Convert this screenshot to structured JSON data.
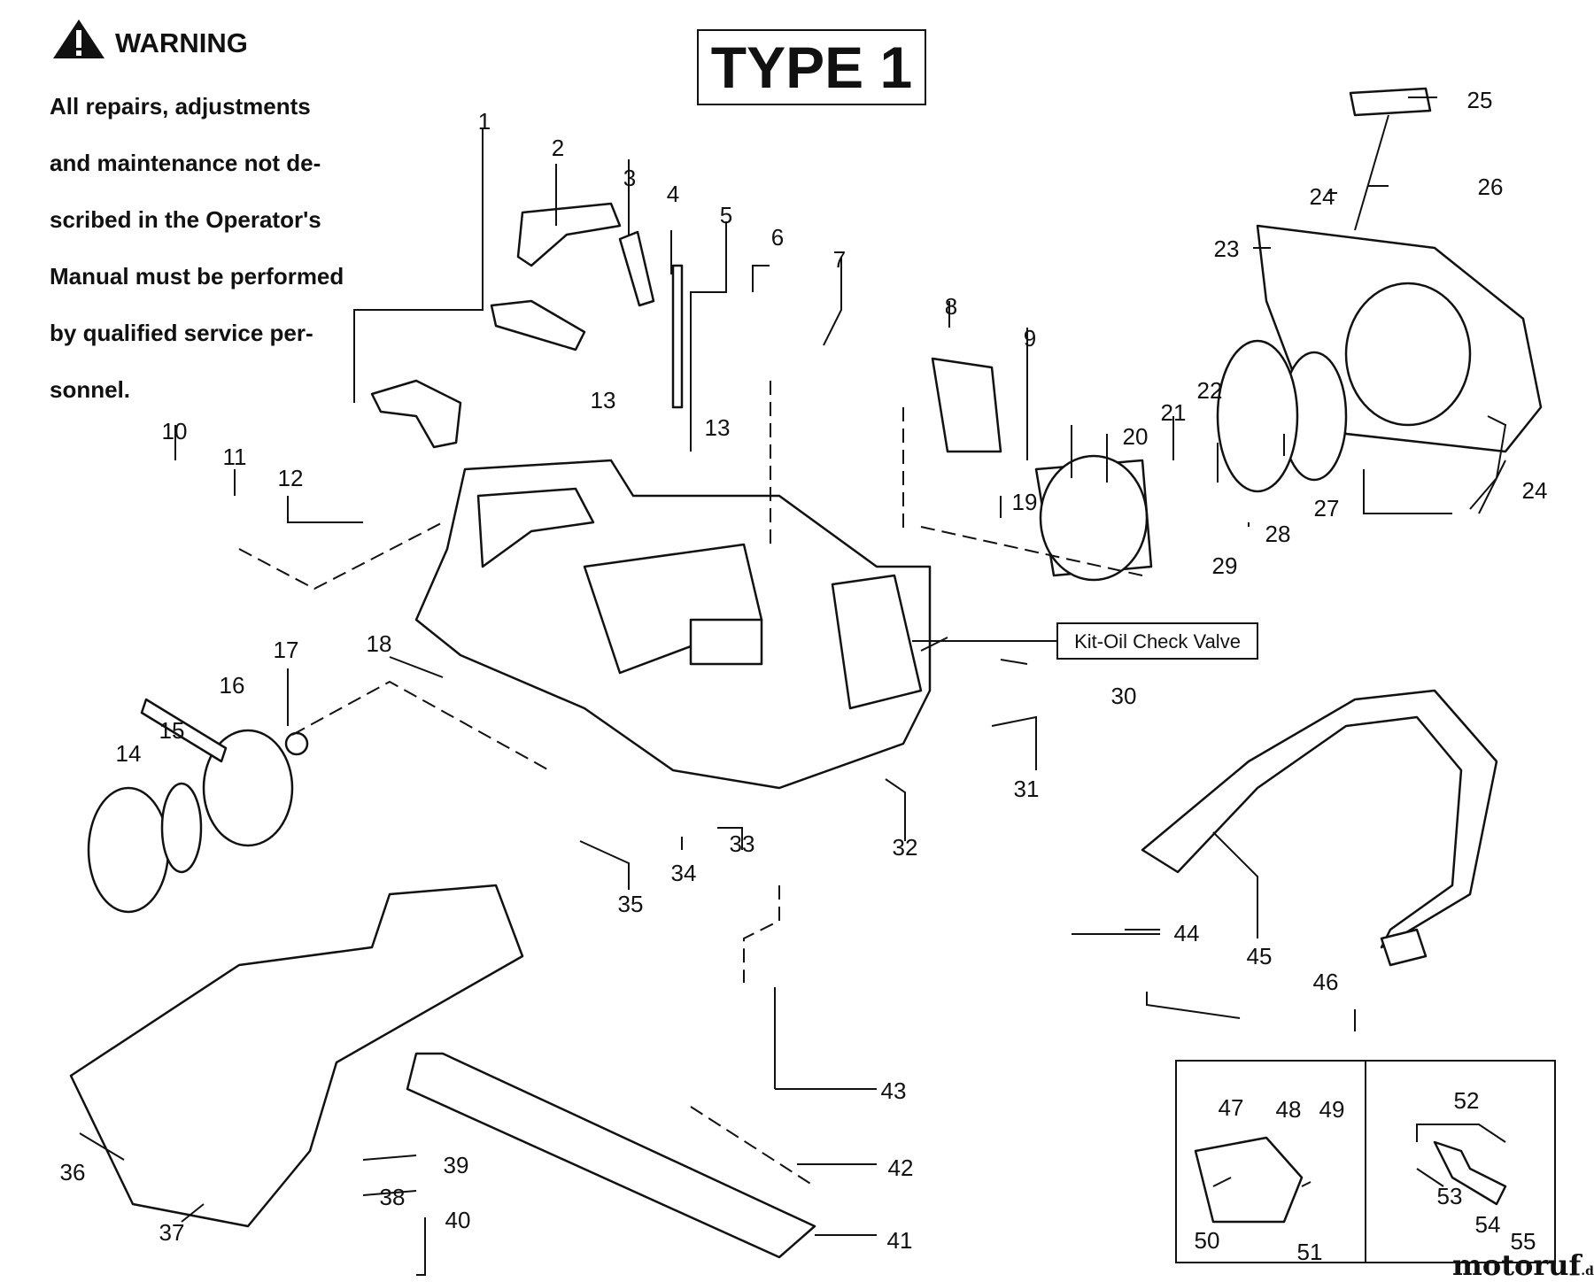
{
  "warning": {
    "title": "WARNING",
    "body": "All repairs, adjustments and maintenance not described in the Operator's Manual must be performed by qualified service personnel.",
    "body_lines": [
      "All  repairs,  adjustments",
      "and maintenance not de-",
      "scribed in the Operator's",
      "Manual must be performed",
      "by qualified  service per-",
      "sonnel."
    ]
  },
  "type_label": "TYPE 1",
  "kit_label": "Kit-Oil Check Valve",
  "watermark": {
    "main": "motoruf",
    "suffix": ".de"
  },
  "callouts": [
    "1",
    "2",
    "3",
    "4",
    "5",
    "6",
    "7",
    "8",
    "9",
    "10",
    "11",
    "12",
    "13",
    "13",
    "14",
    "15",
    "16",
    "17",
    "18",
    "19",
    "20",
    "21",
    "22",
    "23",
    "24",
    "24",
    "25",
    "26",
    "27",
    "28",
    "29",
    "30",
    "31",
    "32",
    "33",
    "34",
    "35",
    "36",
    "37",
    "38",
    "39",
    "40",
    "41",
    "42",
    "43",
    "44",
    "45",
    "46",
    "47",
    "48",
    "49",
    "50",
    "51",
    "52",
    "53",
    "54",
    "55"
  ]
}
